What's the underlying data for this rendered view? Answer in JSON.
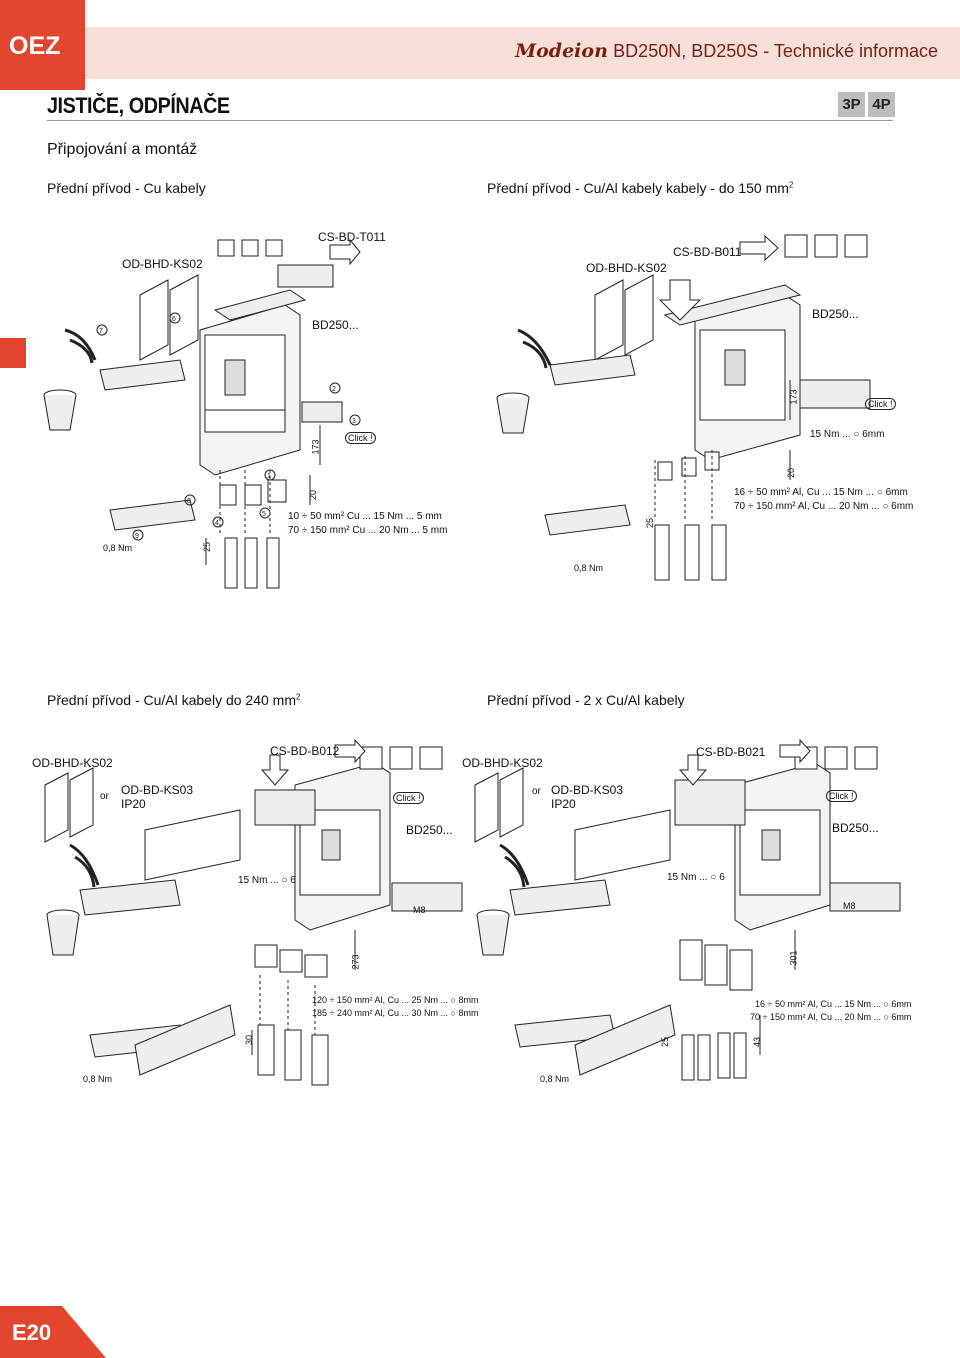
{
  "header": {
    "logo": "OEZ",
    "brand": "Modeion",
    "title_rest": "BD250N, BD250S - Technické informace"
  },
  "page": {
    "heading": "JISTIČE, ODPÍNAČE",
    "badges": [
      "3P",
      "4P"
    ],
    "subheading": "Připojování a montáž",
    "page_number": "E20"
  },
  "sections": {
    "s1": {
      "title": "Přední přívod - Cu kabely"
    },
    "s2": {
      "title": "Přední přívod - Cu/Al kabely kabely - do 150 mm",
      "sup": "2"
    },
    "s3": {
      "title": "Přední přívod - Cu/Al kabely do 240 mm",
      "sup": "2"
    },
    "s4": {
      "title": "Přední přívod - 2 x Cu/Al kabely"
    }
  },
  "diagram1": {
    "part_a": "OD-BHD-KS02",
    "part_b": "CS-BD-T011",
    "breaker": "BD250...",
    "click": "Click !",
    "dim_173": "173",
    "dim_20": "20",
    "dim_25": "25",
    "torque_small": "0,8 Nm",
    "spec1": "10 ÷  50 mm² Cu ...  15 Nm ...",
    "spec1_key": "5 mm",
    "spec2": "70 ÷ 150 mm² Cu ...  20 Nm ...",
    "spec2_key": "5 mm",
    "steps": [
      "1",
      "2",
      "4",
      "5",
      "6",
      "7",
      "8",
      "9",
      "3"
    ]
  },
  "diagram2": {
    "part_a": "OD-BHD-KS02",
    "part_b": "CS-BD-B011",
    "breaker": "BD250...",
    "click": "Click !",
    "dim_173": "173",
    "dim_20": "20",
    "dim_25": "25",
    "torque_main": "15 Nm ...",
    "torque_main_key": "6mm",
    "torque_small": "0,8 Nm",
    "spec1": "16 ÷  50 mm² Al, Cu ... 15 Nm ...",
    "spec1_key": "6mm",
    "spec2": "70 ÷ 150 mm² Al, Cu ... 20 Nm ...",
    "spec2_key": "6mm"
  },
  "diagram3": {
    "part_a": "OD-BHD-KS02",
    "part_b": "CS-BD-B012",
    "or": "or",
    "part_c": "OD-BD-KS03",
    "ip": "IP20",
    "breaker": "BD250...",
    "click": "Click !",
    "torque_main": "15 Nm ...",
    "torque_main_key": "6",
    "m8": "M8",
    "dim_273": "273",
    "dim_30": "30",
    "torque_small": "0,8 Nm",
    "spec1": "120 ÷ 150 mm² Al, Cu ...  25 Nm ...",
    "spec1_key": "8mm",
    "spec2": "185 ÷ 240 mm² Al, Cu ...  30 Nm ...",
    "spec2_key": "8mm"
  },
  "diagram4": {
    "part_a": "OD-BHD-KS02",
    "part_b": "CS-BD-B021",
    "or": "or",
    "part_c": "OD-BD-KS03",
    "ip": "IP20",
    "breaker": "BD250...",
    "click": "Click !",
    "torque_main": "15 Nm ...",
    "torque_main_key": "6",
    "m8": "M8",
    "dim_301": "301",
    "dim_25": "25",
    "dim_43": "43",
    "torque_small": "0,8 Nm",
    "spec1": "16 ÷  50 mm² Al, Cu ... 15 Nm ...",
    "spec1_key": "6mm",
    "spec2": "70 ÷ 150 mm² Al, Cu ... 20 Nm ...",
    "spec2_key": "6mm"
  },
  "colors": {
    "accent": "#e3462f",
    "header_band": "#f6dfd7",
    "badge": "#bdbdbd"
  }
}
